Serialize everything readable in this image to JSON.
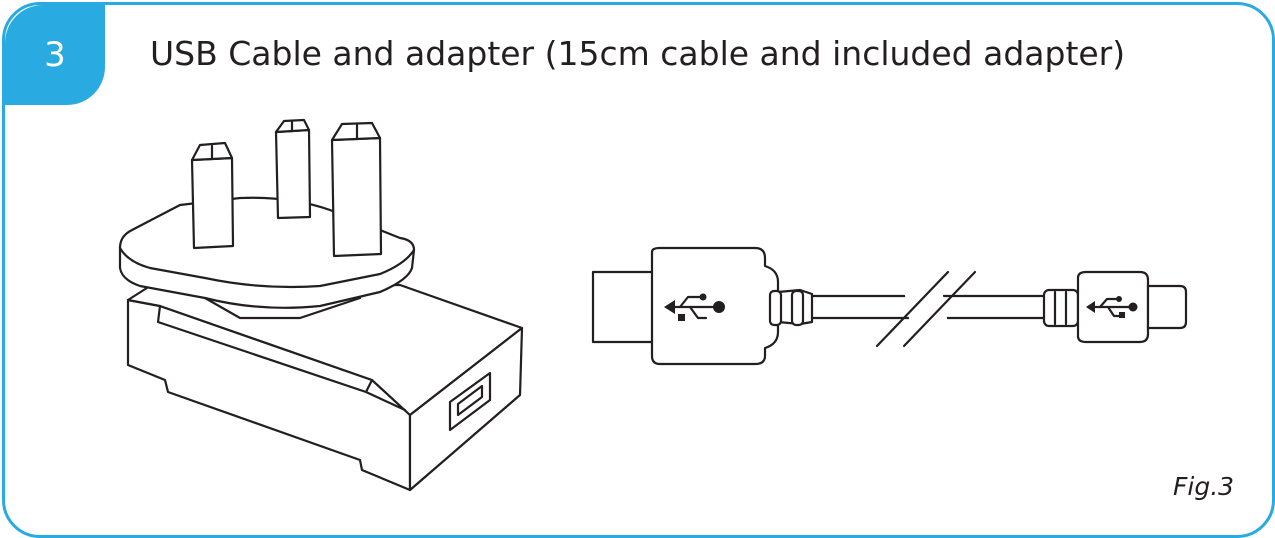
{
  "step": {
    "number": "3"
  },
  "title": "USB Cable and adapter (15cm cable and included adapter)",
  "figure": {
    "label": "Fig.3"
  },
  "colors": {
    "accent": "#29abe2",
    "ink": "#231f20"
  },
  "icons": [
    "usb-symbol-icon"
  ]
}
